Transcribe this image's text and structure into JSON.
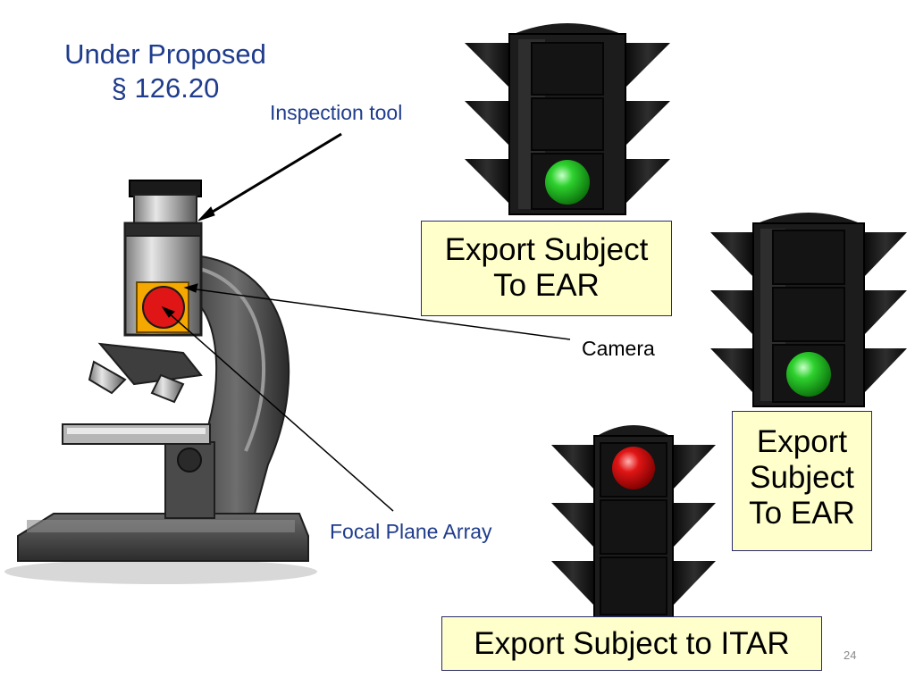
{
  "slide": {
    "title_line1": "Under Proposed",
    "title_line2": "§ 126.20",
    "page_number": "24"
  },
  "callouts": {
    "inspection_tool": "Inspection tool",
    "camera": "Camera",
    "focal_plane_array": "Focal Plane Array"
  },
  "signals": [
    {
      "light": "green",
      "label_lines": [
        "Export Subject",
        "To EAR"
      ]
    },
    {
      "light": "green",
      "label_lines": [
        "Export",
        "Subject",
        "To EAR"
      ]
    },
    {
      "light": "red",
      "label_lines": [
        "Export Subject to ITAR"
      ]
    }
  ],
  "colors": {
    "title": "#1f3c8c",
    "label_box_fill": "#ffffcc",
    "green_light": "#1fbf1f",
    "red_light": "#e01515",
    "camera_frame": "#f5a800"
  }
}
